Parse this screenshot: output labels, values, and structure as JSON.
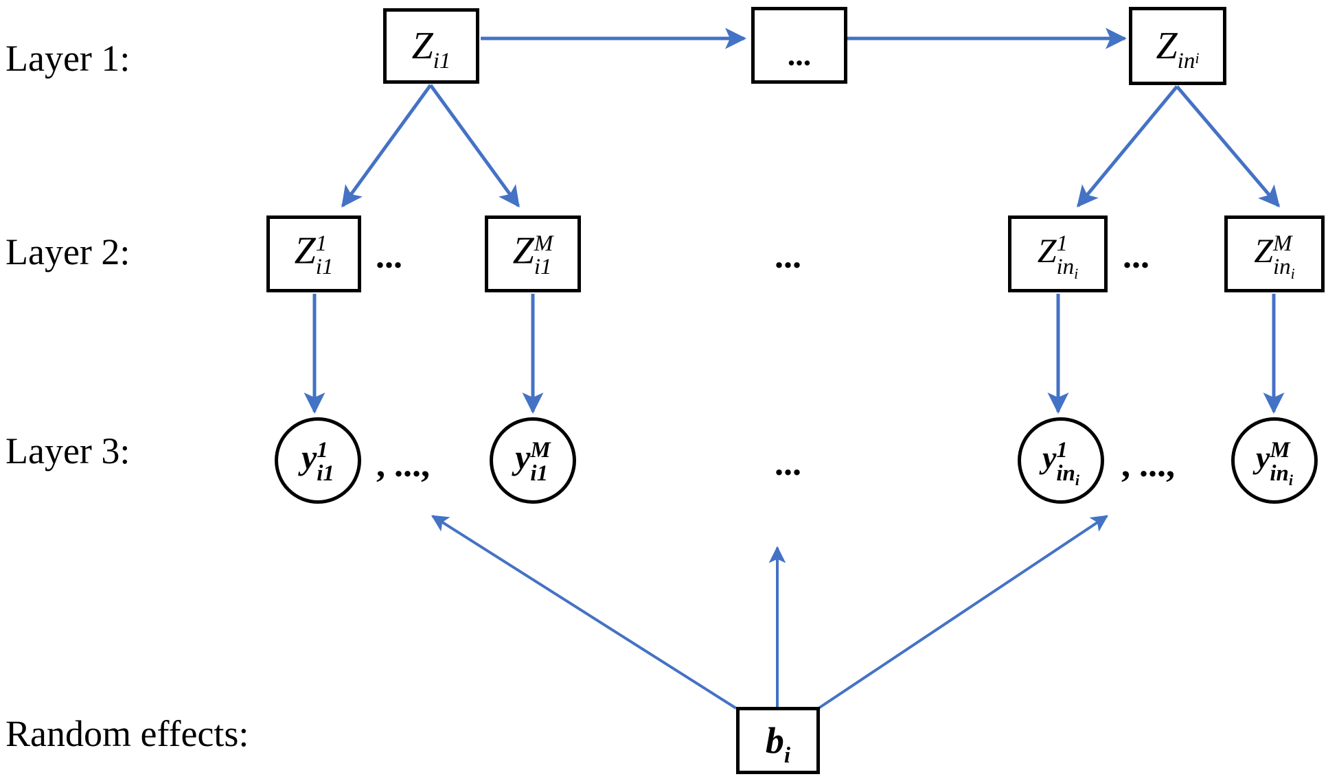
{
  "diagram": {
    "title": "Three-layer hierarchical model with random effects",
    "accent_color": "#4472C4",
    "stroke_color": "#000000",
    "background": "#ffffff"
  },
  "row_labels": [
    {
      "id": "layer1",
      "text": "Layer 1:"
    },
    {
      "id": "layer2",
      "text": "Layer 2:"
    },
    {
      "id": "layer3",
      "text": "Layer 3:"
    },
    {
      "id": "random_effects",
      "text": "Random effects:"
    }
  ],
  "layer1": {
    "nodes": [
      {
        "id": "z-i1",
        "base": "Z",
        "sup": "",
        "sub": "i1",
        "subsub": "",
        "kind": "box"
      },
      {
        "id": "middle-ellipsis-box",
        "base": "",
        "sup": "",
        "sub": "",
        "subsub": "",
        "kind": "box",
        "inner_text": "..."
      },
      {
        "id": "z-ini",
        "base": "Z",
        "sup": "",
        "sub": "in",
        "subsub": "i",
        "kind": "box"
      }
    ]
  },
  "layer2": {
    "nodes": [
      {
        "id": "z1-i1",
        "base": "Z",
        "sup": "1",
        "sub": "i1",
        "subsub": "",
        "kind": "box"
      },
      {
        "id": "zM-i1",
        "base": "Z",
        "sup": "M",
        "sub": "i1",
        "subsub": "",
        "kind": "box"
      },
      {
        "id": "z1-ini",
        "base": "Z",
        "sup": "1",
        "sub": "in",
        "subsub": "i",
        "kind": "box"
      },
      {
        "id": "zM-ini",
        "base": "Z",
        "sup": "M",
        "sub": "in",
        "subsub": "i",
        "kind": "box"
      }
    ],
    "ellipses": [
      "...",
      "...",
      "..."
    ]
  },
  "layer3": {
    "nodes": [
      {
        "id": "y1-i1",
        "base": "y",
        "sup": "1",
        "sub": "i1",
        "subsub": "",
        "kind": "circle"
      },
      {
        "id": "yM-i1",
        "base": "y",
        "sup": "M",
        "sub": "i1",
        "subsub": "",
        "kind": "circle"
      },
      {
        "id": "y1-ini",
        "base": "y",
        "sup": "1",
        "sub": "in",
        "subsub": "i",
        "kind": "circle"
      },
      {
        "id": "yM-ini",
        "base": "y",
        "sup": "M",
        "sub": "in",
        "subsub": "i",
        "kind": "circle"
      }
    ],
    "separators": [
      ", ...,",
      ", ...,"
    ],
    "middle_ellipsis": "..."
  },
  "random_effects": {
    "node": {
      "id": "b-i",
      "base": "b",
      "sup": "",
      "sub": "i",
      "subsub": "",
      "kind": "box"
    }
  },
  "glyphs": {
    "ellipsis": "...",
    "comma_ellipsis": ", ...,"
  }
}
